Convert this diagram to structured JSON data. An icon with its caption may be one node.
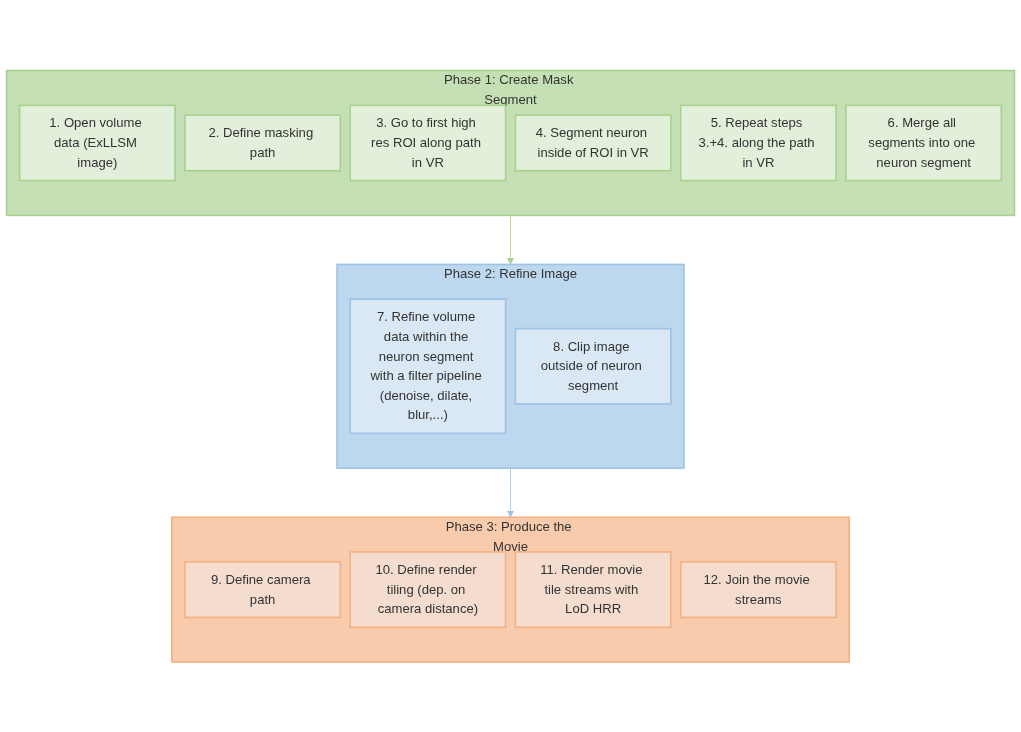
{
  "diagram": {
    "nodes": [
      {
        "text": [
          "Phase 1: Create Mask Segment"
        ]
      },
      {
        "text": [
          "1. Open volume data (ExLLSM image)"
        ],
        "in": 0
      },
      {
        "text": [
          "2. Define masking path"
        ],
        "in": 0
      },
      {
        "text": [
          "3. Go to first high res ROI along path in VR"
        ],
        "in": 0
      },
      {
        "text": [
          "4. Segment neuron inside of ROI in VR"
        ],
        "in": 0
      },
      {
        "text": [
          "5. Repeat steps 3.+4. along the path in VR"
        ],
        "in": 0
      },
      {
        "text": [
          "6. Merge all segments into one neuron segment"
        ],
        "in": 0
      },
      {
        "text": [
          "Phase 2: Refine Image"
        ]
      },
      {
        "text": [
          "7. Refine volume data within the neuron segment with a filter pipeline (denoise, dilate, blur,...)"
        ],
        "in": 7
      },
      {
        "text": [
          "8. Clip image outside of neuron segment"
        ],
        "in": 7
      },
      {
        "text": [
          "Phase 3: Produce the Movie"
        ]
      },
      {
        "text": [
          "9. Define camera path"
        ],
        "in": 10
      },
      {
        "text": [
          "10. Define render tiling (dep. on camera distance)"
        ],
        "in": 10
      },
      {
        "text": [
          "11. Render movie tile streams with LoD HRR"
        ],
        "in": 10
      },
      {
        "text": [
          "12. Join the movie streams"
        ],
        "in": 10
      }
    ],
    "edges": [
      {
        "from": 0,
        "to": 7,
        "arrow": "to",
        "color": "#a9d18e"
      },
      {
        "from": 7,
        "to": 10,
        "arrow": "to",
        "color": "#9dc3e6"
      }
    ]
  }
}
